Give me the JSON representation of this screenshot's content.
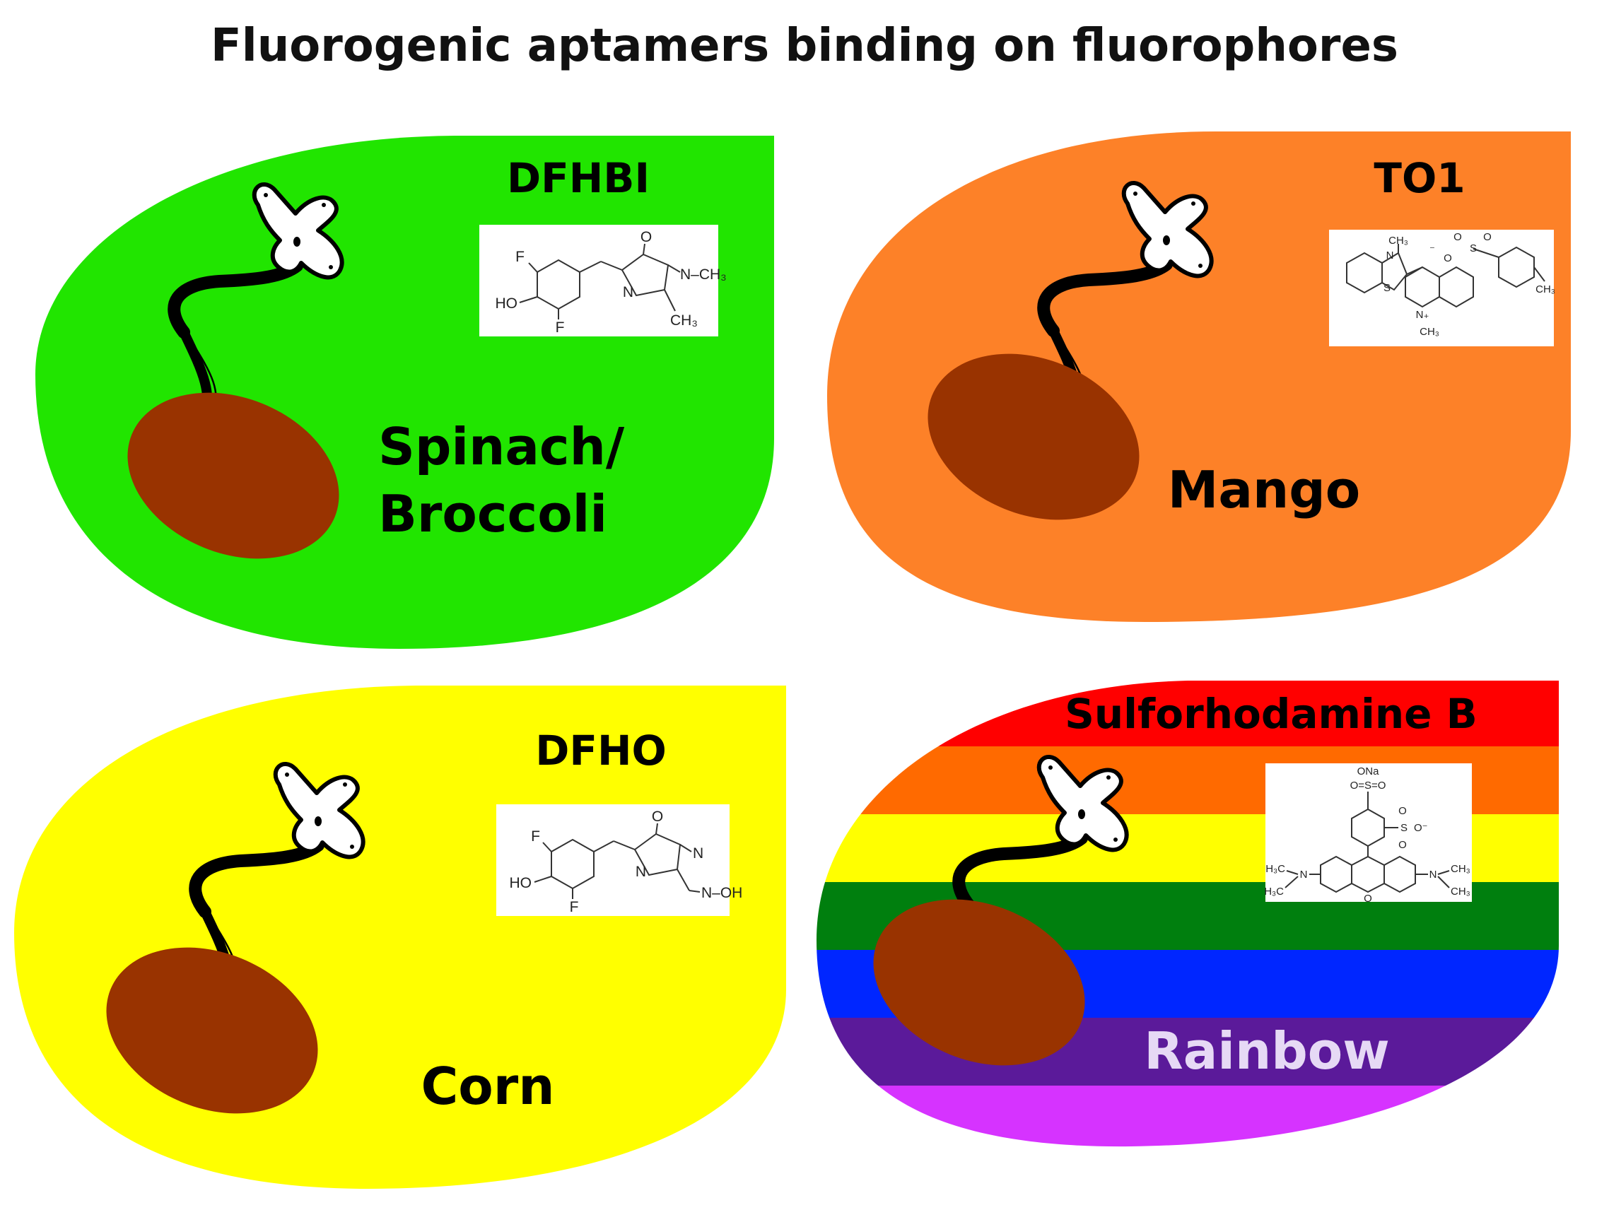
{
  "title": "Fluorogenic aptamers binding on fluorophores",
  "colors": {
    "spinach": "#21e500",
    "mango": "#fd8128",
    "corn": "#ffff00",
    "bean": "#993300",
    "rainbow_label": "#e6d9f5",
    "rainbow_stripes": [
      "#ff0000",
      "#ff6a00",
      "#ffff00",
      "#007f0e",
      "#0026ff",
      "#5b1a9a",
      "#d633ff"
    ]
  },
  "panels": [
    {
      "id": "spinach",
      "fluorophore": "DFHBI",
      "aptamer_line1": "Spinach/",
      "aptamer_line2": "Broccoli",
      "structure_labels": {
        "f_top": "F",
        "o": "O",
        "ho": "HO",
        "n_me": "N–CH₃",
        "n": "N",
        "f_bottom": "F",
        "ch3": "CH₃"
      }
    },
    {
      "id": "mango",
      "fluorophore": "TO1",
      "aptamer_line1": "Mango",
      "structure_labels": {
        "ch3_top": "CH₃",
        "n_top": "N",
        "s": "S",
        "minus": "⁻",
        "o1": "O",
        "so2": "S",
        "o2": "O",
        "o_minus": "O",
        "ch3_right": "CH₃",
        "n_plus": "N₊",
        "ch3_bottom": "CH₃"
      }
    },
    {
      "id": "corn",
      "fluorophore": "DFHO",
      "aptamer_line1": "Corn",
      "structure_labels": {
        "f_top": "F",
        "o": "O",
        "ho": "HO",
        "n_me": "N",
        "n": "N",
        "f_bottom": "F",
        "oxime": "N–OH"
      }
    },
    {
      "id": "rainbow",
      "fluorophore": "Sulforhodamine B",
      "aptamer_line1": "Rainbow",
      "structure_labels": {
        "ona": "ONa",
        "so3_top": "O=S=O",
        "so3_side": "S",
        "o_minus": "O⁻",
        "o_a": "O",
        "o_b": "O",
        "ring_o": "O",
        "n_left": "N",
        "n_right": "N",
        "h3c_top": "H₃C",
        "h3c_bottom": "H₃C",
        "ch3_top": "CH₃",
        "ch3_bottom": "CH₃"
      }
    }
  ]
}
